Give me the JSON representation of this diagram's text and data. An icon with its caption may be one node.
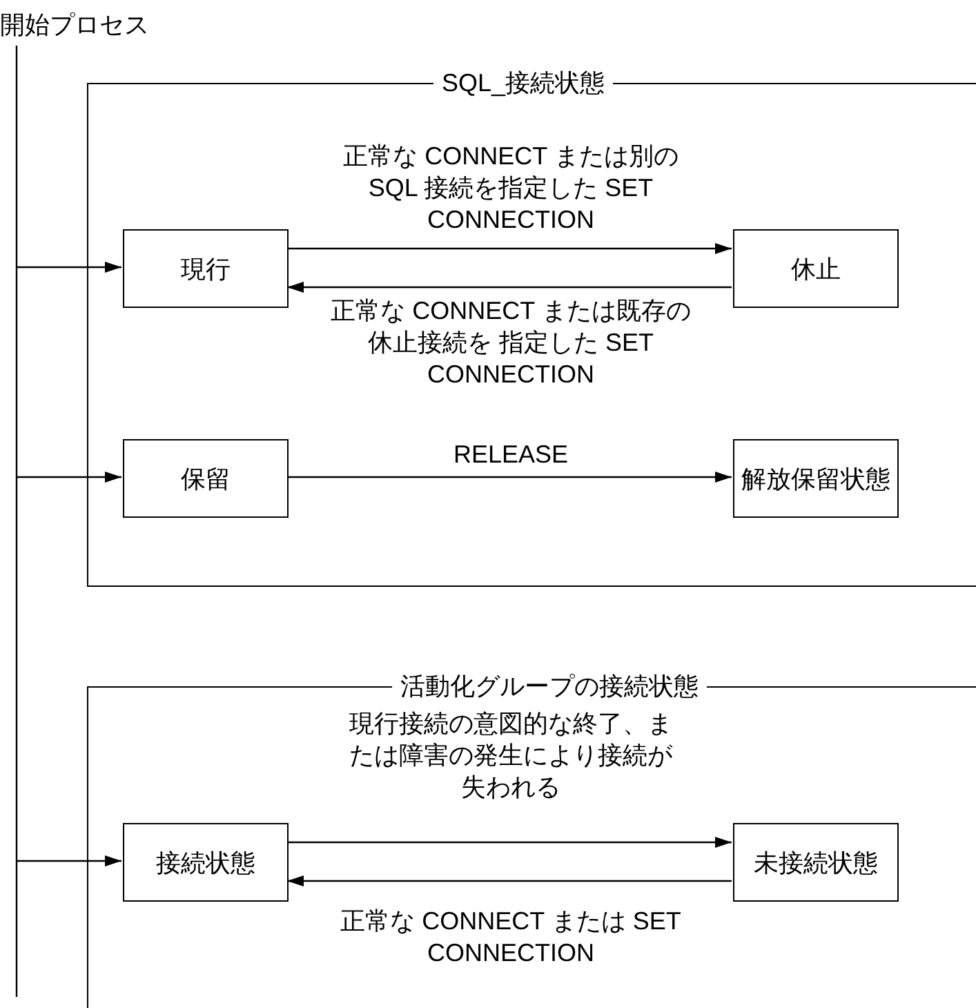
{
  "diagram": {
    "nodes": [
      {
        "text": [
          "開始プロセス"
        ]
      },
      {
        "text": [
          "SQL_接続状態"
        ]
      },
      {
        "text": [
          "現行"
        ],
        "in": 1
      },
      {
        "text": [
          "休止"
        ],
        "in": 1
      },
      {
        "text": [
          "保留"
        ],
        "in": 1
      },
      {
        "text": [
          "解放保留状態"
        ],
        "in": 1
      },
      {
        "text": [
          "活動化グループの接続状態"
        ]
      },
      {
        "text": [
          "接続状態"
        ],
        "in": 6
      },
      {
        "text": [
          "未接続状態"
        ],
        "in": 6
      }
    ],
    "edges": [
      {
        "from": 0,
        "to": 2,
        "arrow": "to"
      },
      {
        "from": 0,
        "to": 4,
        "arrow": "to"
      },
      {
        "from": 0,
        "to": 7,
        "arrow": "to"
      },
      {
        "from": 2,
        "to": 3,
        "arrow": "to",
        "label": "正常な CONNECT または別の SQL 接続を指定した SET CONNECTION"
      },
      {
        "from": 3,
        "to": 2,
        "arrow": "to",
        "label": "正常な CONNECT または既存の休止接続を 指定した SET CONNECTION"
      },
      {
        "from": 4,
        "to": 5,
        "arrow": "to",
        "label": "RELEASE"
      },
      {
        "from": 7,
        "to": 8,
        "arrow": "to",
        "label": "現行接続の意図的な終了、または障害の発生により接続が失われる"
      },
      {
        "from": 8,
        "to": 7,
        "arrow": "to",
        "label": "正常な CONNECT または SET CONNECTION"
      }
    ]
  }
}
